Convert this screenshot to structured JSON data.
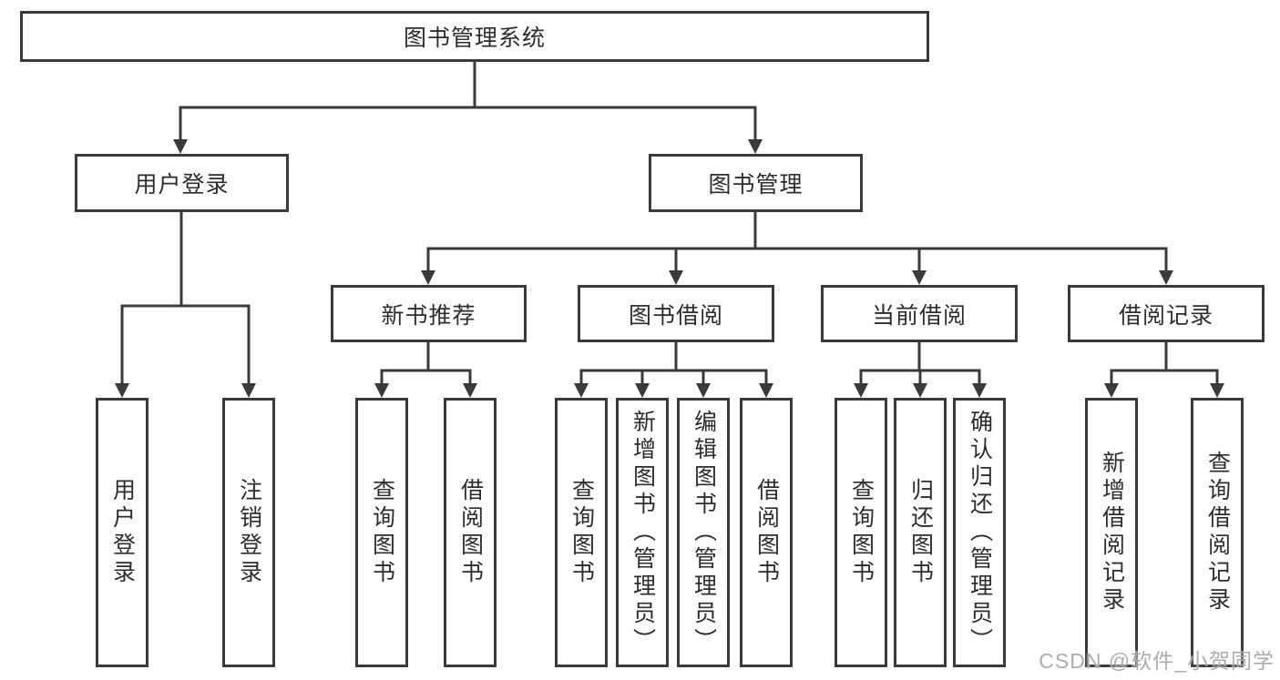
{
  "diagram": {
    "root_label": "图书管理系统",
    "user_login": {
      "label": "用户登录",
      "children": [
        "用户登录",
        "注销登录"
      ]
    },
    "book_mgmt": {
      "label": "图书管理",
      "new_books": {
        "label": "新书推荐",
        "children": [
          "查询图书",
          "借阅图书"
        ]
      },
      "borrowing": {
        "label": "图书借阅",
        "children": [
          "查询图书",
          "新增图书（管理员）",
          "编辑图书（管理员）",
          "借阅图书"
        ]
      },
      "current": {
        "label": "当前借阅",
        "children": [
          "查询图书",
          "归还图书",
          "确认归还（管理员）"
        ]
      },
      "records": {
        "label": "借阅记录",
        "children": [
          "新增借阅记录",
          "查询借阅记录"
        ]
      }
    }
  },
  "watermark": {
    "text": "CSDN @软件_小贺同学"
  },
  "colors": {
    "line": "#3a3a3a",
    "box_border": "#3a3a3a",
    "text": "#2d2d2d",
    "watermark": "#9e9e9e",
    "background": "#ffffff"
  }
}
